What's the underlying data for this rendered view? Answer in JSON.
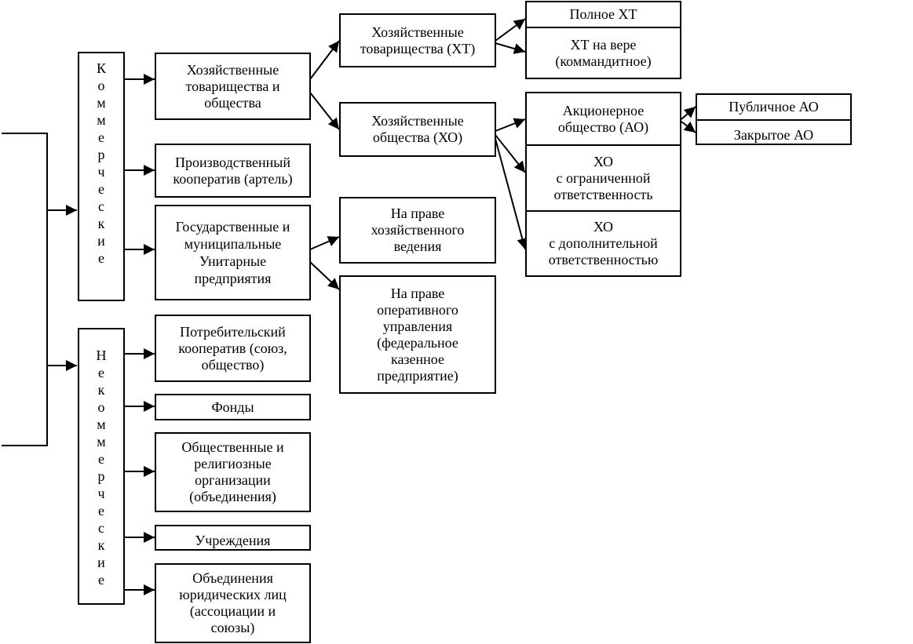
{
  "categories": {
    "commercial": "Коммерческие",
    "noncommercial": "Некоммерческие"
  },
  "commercial_types": {
    "business_partnerships_societies": "Хозяйственные\nтоварищества и\nобщества",
    "production_cooperative": "Производственный\nкооператив (артель)",
    "unitary_enterprises": "Государственные и\nмуниципальные\nУнитарные\nпредприятия"
  },
  "partnerships": {
    "ht": "Хозяйственные\nтоварищества (ХТ)",
    "ho": "Хозяйственные\nобщества (ХО)",
    "full_ht": "Полное ХТ",
    "ht_faith": "ХТ на вере\n(коммандитное)"
  },
  "societies": {
    "joint_stock": "Акционерное\nобщество (АО)",
    "public_ao": "Публичное АО",
    "closed_ao": "Закрытое АО",
    "llc": "ХО\nс ограниченной\nответственность",
    "alc": "ХО\nс дополнительной\nответственностью"
  },
  "unitary": {
    "economic_management": "На праве\nхозяйственного\nведения",
    "operational_management": "На праве\nоперативного\nуправления\n(федеральное\nказенное\nпредприятие)"
  },
  "noncommercial_types": {
    "consumer_cooperative": "Потребительский\nкооператив (союз,\nобщество)",
    "funds": "Фонды",
    "public_religious": "Общественные и\nрелигиозные\nорганизации\n(объединения)",
    "institutions": "Учреждения",
    "associations": "Объединения\nюридических лиц\n(ассоциации и\nсоюзы)"
  }
}
